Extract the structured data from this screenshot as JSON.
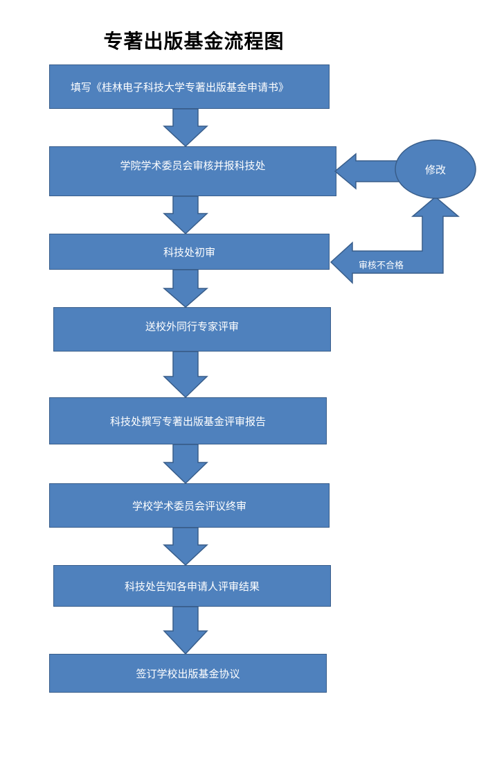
{
  "title": "专著出版基金流程图",
  "steps": [
    {
      "label": "填写《桂林电子科技大学专著出版基金申请书》"
    },
    {
      "label": "学院学术委员会审核并报科技处"
    },
    {
      "label": "科技处初审"
    },
    {
      "label": "送校外同行专家评审"
    },
    {
      "label": "科技处撰写专著出版基金评审报告"
    },
    {
      "label": "学校学术委员会评议终审"
    },
    {
      "label": "科技处告知各申请人评审结果"
    },
    {
      "label": "签订学校出版基金协议"
    }
  ],
  "loop": {
    "reject_label": "审核不合格",
    "revise_label": "修改"
  },
  "colors": {
    "fill": "#4f81bd",
    "stroke": "#385d8a"
  }
}
